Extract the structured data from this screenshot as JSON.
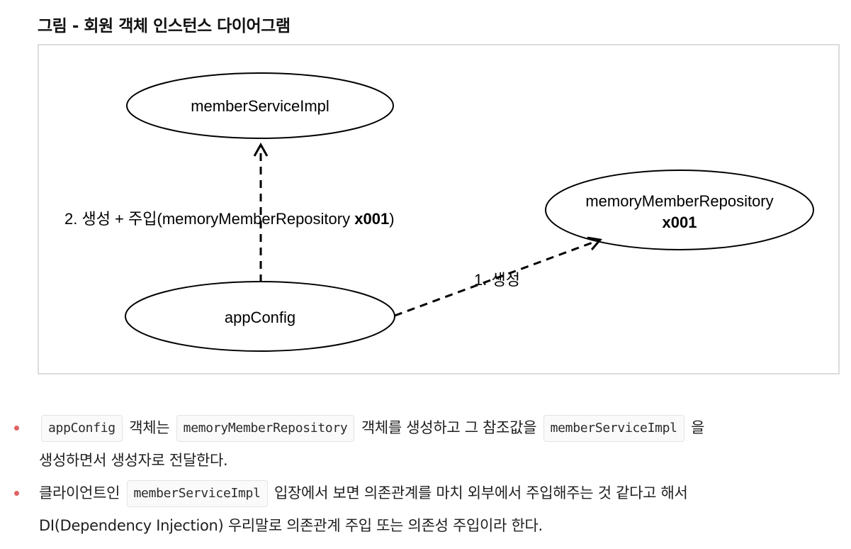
{
  "header": {
    "title": "그림 - 회원 객체 인스턴스 다이어그램"
  },
  "diagram": {
    "nodes": {
      "member_service": "memberServiceImpl",
      "memory_repo_name": "memoryMemberRepository",
      "memory_repo_ref": "x001",
      "app_config": "appConfig"
    },
    "edges": {
      "inject_label_prefix": "2. 생성 + 주입(memoryMemberRepository ",
      "inject_label_ref": "x001",
      "inject_label_suffix": ")",
      "create_label": "1. 생성"
    }
  },
  "bullets": [
    {
      "parts": [
        "appConfig",
        " 객체는 ",
        "memoryMemberRepository",
        " 객체를 생성하고 그 참조값을 ",
        "memberServiceImpl",
        " 을",
        "생성하면서 생성자로 전달한다."
      ]
    },
    {
      "parts": [
        "클라이언트인 ",
        "memberServiceImpl",
        " 입장에서 보면 의존관계를 마치 외부에서 주입해주는 것 같다고 해서",
        "DI(Dependency Injection) 우리말로 의존관계 주입 또는 의존성 주입이라 한다."
      ]
    }
  ]
}
